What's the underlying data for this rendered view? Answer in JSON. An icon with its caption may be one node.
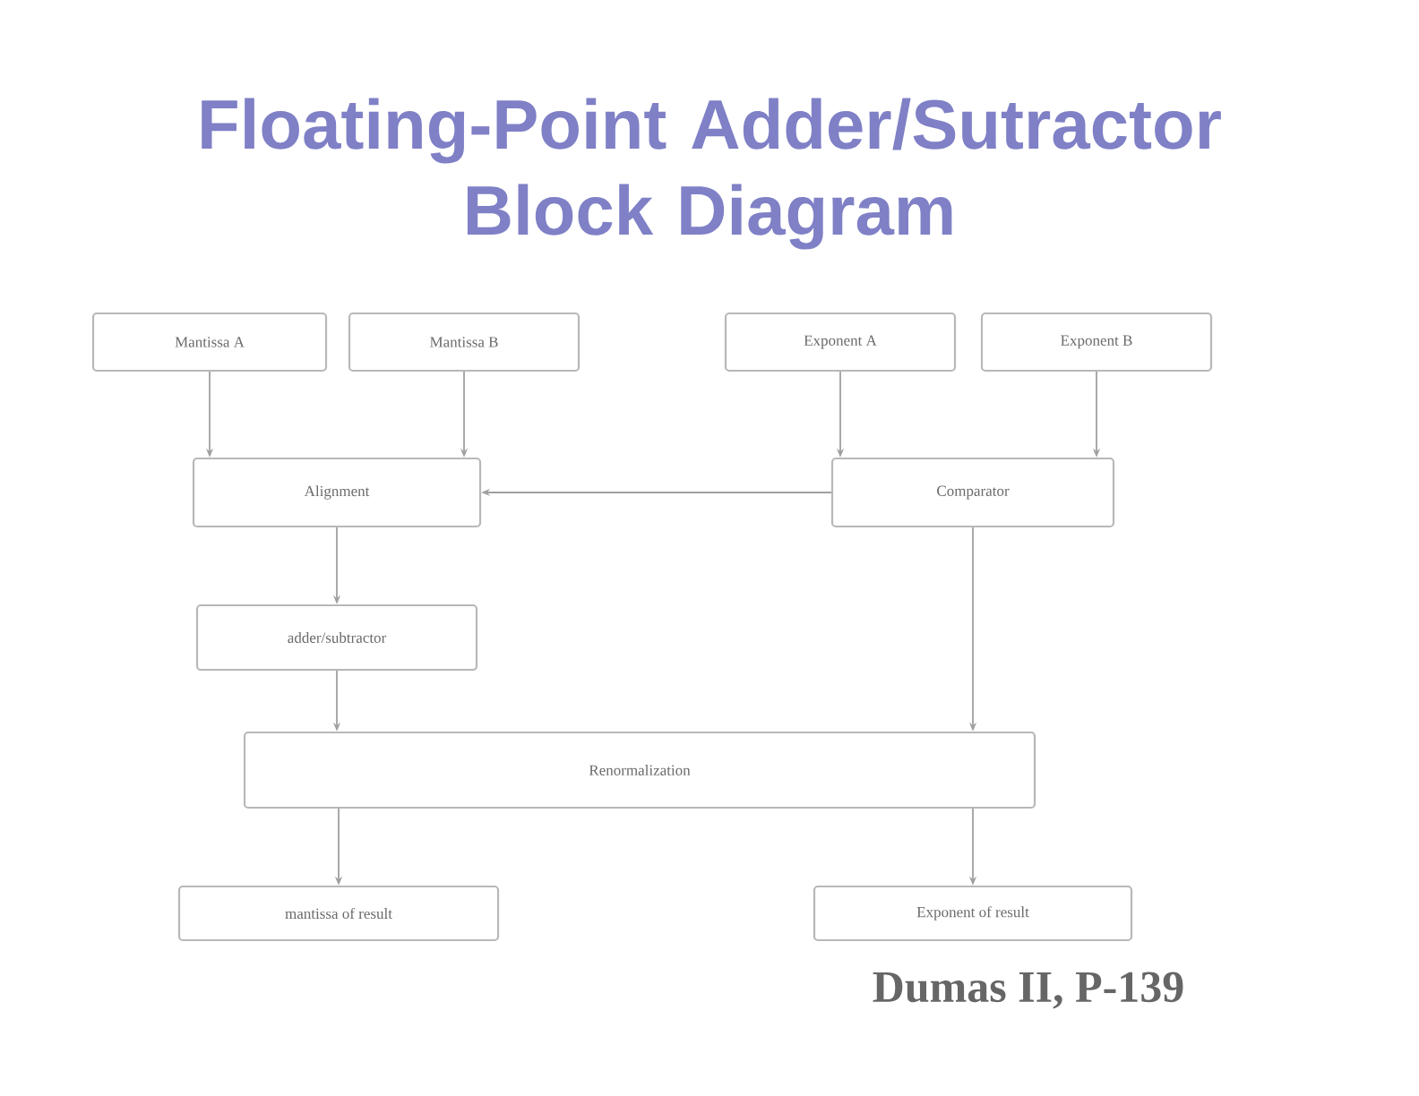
{
  "diagram": {
    "title": "Floating-Point Adder/Sutractor Block Diagram",
    "nodes": [
      {
        "text": [
          "Mantissa A"
        ]
      },
      {
        "text": [
          "Mantissa B"
        ]
      },
      {
        "text": [
          "Exponent A"
        ]
      },
      {
        "text": [
          "Exponent B"
        ]
      },
      {
        "text": [
          "Alignment"
        ]
      },
      {
        "text": [
          "Comparator"
        ]
      },
      {
        "text": [
          "adder/subtractor"
        ]
      },
      {
        "text": [
          "Renormalization"
        ]
      },
      {
        "text": [
          "mantissa of result"
        ]
      },
      {
        "text": [
          "Exponent of result"
        ]
      }
    ],
    "edges": [
      {
        "from": 0,
        "to": 4,
        "arrow": "to"
      },
      {
        "from": 1,
        "to": 4,
        "arrow": "to"
      },
      {
        "from": 2,
        "to": 5,
        "arrow": "to"
      },
      {
        "from": 3,
        "to": 5,
        "arrow": "to"
      },
      {
        "from": 5,
        "to": 4,
        "arrow": "to"
      },
      {
        "from": 4,
        "to": 6,
        "arrow": "to"
      },
      {
        "from": 6,
        "to": 7,
        "arrow": "to"
      },
      {
        "from": 5,
        "to": 7,
        "arrow": "to"
      },
      {
        "from": 7,
        "to": 8,
        "arrow": "to"
      },
      {
        "from": 7,
        "to": 9,
        "arrow": "to"
      }
    ],
    "labels": [
      "Dumas II, P-139"
    ]
  }
}
